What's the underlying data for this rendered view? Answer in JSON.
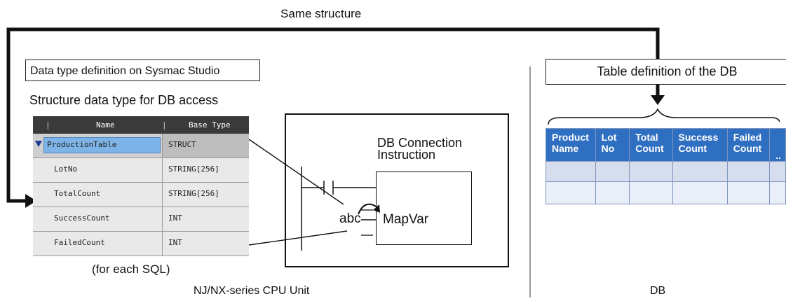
{
  "top_label": "Same structure",
  "left": {
    "definition_label": "Data type definition on Sysmac Studio",
    "structure_label": "Structure data type for DB access",
    "table": {
      "headers": [
        "Name",
        "Base Type"
      ],
      "rows": [
        {
          "name": "ProductionTable",
          "type": "STRUCT"
        },
        {
          "name": "LotNo",
          "type": "STRING[256]"
        },
        {
          "name": "TotalCount",
          "type": "STRING[256]"
        },
        {
          "name": "SuccessCount",
          "type": "INT"
        },
        {
          "name": "FailedCount",
          "type": "INT"
        }
      ]
    },
    "note": "(for each SQL)",
    "footer": "NJ/NX-series CPU Unit"
  },
  "instruction": {
    "title_line1": "DB Connection",
    "title_line2": "Instruction",
    "variable": "abc",
    "parameter": "MapVar"
  },
  "right": {
    "title": "Table definition of the DB",
    "columns": [
      [
        "Product",
        "Name"
      ],
      [
        "Lot",
        "No"
      ],
      [
        "Total",
        "Count"
      ],
      [
        "Success",
        "Count"
      ],
      [
        "Failed",
        "Count"
      ],
      [
        "..",
        ""
      ]
    ],
    "footer": "DB"
  },
  "colors": {
    "db_header": "#2f6fc1",
    "db_row": "#d6deee",
    "selection": "#7db3e6",
    "table_header": "#3a3a3a"
  }
}
